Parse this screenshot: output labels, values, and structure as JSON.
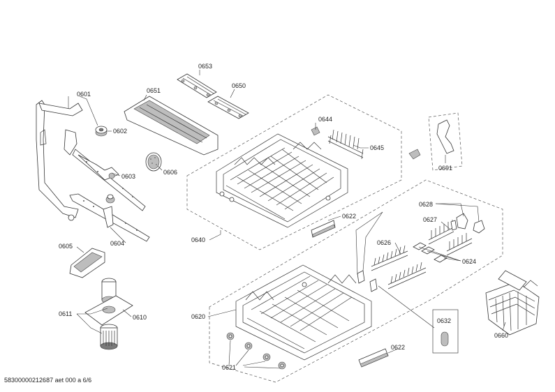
{
  "labels": {
    "p0653": "0653",
    "p0650": "0650",
    "p0651": "0651",
    "p0601": "0601",
    "p0602": "0602",
    "p0603": "0603",
    "p0606": "0606",
    "p0604": "0604",
    "p0605": "0605",
    "p0611": "0611",
    "p0610": "0610",
    "p0644": "0644",
    "p0645": "0645",
    "p0691": "0691",
    "p0640": "0640",
    "p0622_top": "0622",
    "p0628": "0628",
    "p0627": "0627",
    "p0626": "0626",
    "p0624": "0624",
    "p0620": "0620",
    "p0632": "0632",
    "p0660": "0660",
    "p0621": "0621",
    "p0622_bottom": "0622"
  },
  "footer": "58300000212687 aet 000 a 6/6"
}
